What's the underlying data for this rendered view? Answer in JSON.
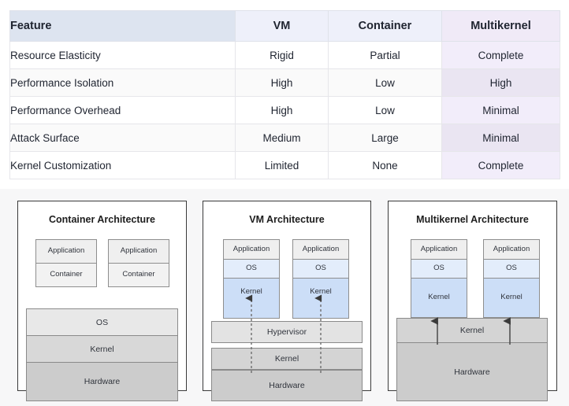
{
  "table": {
    "headers": [
      "Feature",
      "VM",
      "Container",
      "Multikernel"
    ],
    "rows": [
      {
        "feature": "Resource Elasticity",
        "vm": "Rigid",
        "container": "Partial",
        "multikernel": "Complete"
      },
      {
        "feature": "Performance Isolation",
        "vm": "High",
        "container": "Low",
        "multikernel": "High"
      },
      {
        "feature": "Performance Overhead",
        "vm": "High",
        "container": "Low",
        "multikernel": "Minimal"
      },
      {
        "feature": "Attack Surface",
        "vm": "Medium",
        "container": "Large",
        "multikernel": "Minimal"
      },
      {
        "feature": "Kernel Customization",
        "vm": "Limited",
        "container": "None",
        "multikernel": "Complete"
      }
    ],
    "colors": {
      "header_feature_bg": "#dde4f0",
      "header_vm_bg": "#eef0fa",
      "header_container_bg": "#eef0fa",
      "header_multikernel_bg": "#f0eaf7",
      "multikernel_cell_bg_odd": "#f2edfa",
      "multikernel_cell_bg_even": "#eae5f2",
      "row_bg_odd": "#ffffff",
      "row_bg_even": "#fafafa",
      "border": "#e6e6ea"
    }
  },
  "diagrams": {
    "background": "#f7f7f8",
    "panels": [
      {
        "title": "Container Architecture",
        "stacks": [
          {
            "cells": [
              "Application",
              "Container"
            ]
          },
          {
            "cells": [
              "Application",
              "Container"
            ]
          }
        ],
        "layers": [
          "OS",
          "Kernel",
          "Hardware"
        ],
        "arrows": "none"
      },
      {
        "title": "VM Architecture",
        "stacks": [
          {
            "cells": [
              "Application",
              "OS",
              "Kernel"
            ]
          },
          {
            "cells": [
              "Application",
              "OS",
              "Kernel"
            ]
          }
        ],
        "layers": [
          "Hypervisor",
          "Kernel",
          "Hardware"
        ],
        "arrows": "dashed"
      },
      {
        "title": "Multikernel Architecture",
        "stacks": [
          {
            "cells": [
              "Application",
              "OS",
              "Kernel"
            ]
          },
          {
            "cells": [
              "Application",
              "OS",
              "Kernel"
            ]
          }
        ],
        "layers": [
          "Kernel",
          "Hardware"
        ],
        "arrows": "solid"
      }
    ],
    "colors": {
      "panel_border": "#3a3a3a",
      "application_fill": "#efefef",
      "container_fill": "#f2f2f2",
      "os_fill": "#e3edfb",
      "kernel_fill": "#ccdef7",
      "layer_os_fill": "#e8e8e8",
      "layer_kernel_fill": "#d8d8d8",
      "layer_hardware_fill": "#cccccc",
      "box_border": "#8e8e8e"
    }
  }
}
